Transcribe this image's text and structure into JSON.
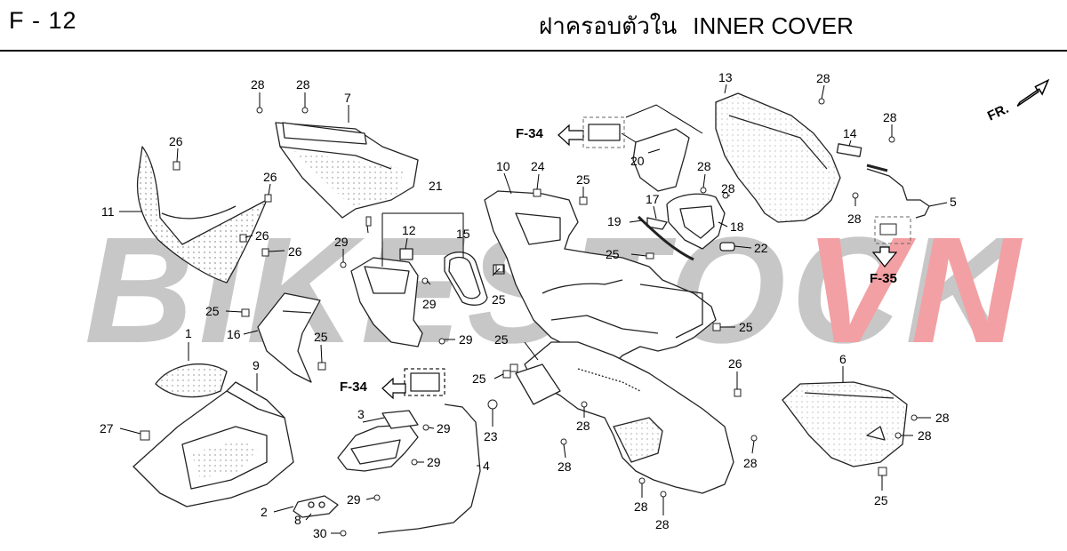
{
  "header": {
    "code": "F - 12",
    "title_thai": "ฝาครอบตัวใน",
    "title_en": "INNER COVER"
  },
  "watermark": {
    "text_dark": "BIKESTOCK",
    "text_red": "VN",
    "color_dark": "#9a9a9a",
    "color_red": "#e8535a"
  },
  "direction_label": "FR.",
  "references": [
    {
      "label": "F-34"
    },
    {
      "label": "F-34"
    },
    {
      "label": "F-35"
    }
  ],
  "callouts": [
    {
      "label": "28"
    },
    {
      "label": "28"
    },
    {
      "label": "7"
    },
    {
      "label": "26"
    },
    {
      "label": "26"
    },
    {
      "label": "11"
    },
    {
      "label": "26"
    },
    {
      "label": "26"
    },
    {
      "label": "25"
    },
    {
      "label": "29"
    },
    {
      "label": "12"
    },
    {
      "label": "15"
    },
    {
      "label": "21"
    },
    {
      "label": "29"
    },
    {
      "label": "29"
    },
    {
      "label": "25"
    },
    {
      "label": "16"
    },
    {
      "label": "25"
    },
    {
      "label": "1"
    },
    {
      "label": "9"
    },
    {
      "label": "27"
    },
    {
      "label": "10"
    },
    {
      "label": "24"
    },
    {
      "label": "25"
    },
    {
      "label": "25"
    },
    {
      "label": "20"
    },
    {
      "label": "13"
    },
    {
      "label": "28"
    },
    {
      "label": "14"
    },
    {
      "label": "28"
    },
    {
      "label": "28"
    },
    {
      "label": "28"
    },
    {
      "label": "17"
    },
    {
      "label": "19"
    },
    {
      "label": "18"
    },
    {
      "label": "28"
    },
    {
      "label": "5"
    },
    {
      "label": "22"
    },
    {
      "label": "25"
    },
    {
      "label": "25"
    },
    {
      "label": "25"
    },
    {
      "label": "25"
    },
    {
      "label": "3"
    },
    {
      "label": "29"
    },
    {
      "label": "29"
    },
    {
      "label": "29"
    },
    {
      "label": "23"
    },
    {
      "label": "4"
    },
    {
      "label": "2"
    },
    {
      "label": "8"
    },
    {
      "label": "30"
    },
    {
      "label": "28"
    },
    {
      "label": "28"
    },
    {
      "label": "28"
    },
    {
      "label": "28"
    },
    {
      "label": "26"
    },
    {
      "label": "28"
    },
    {
      "label": "6"
    },
    {
      "label": "28"
    },
    {
      "label": "28"
    },
    {
      "label": "25"
    }
  ]
}
